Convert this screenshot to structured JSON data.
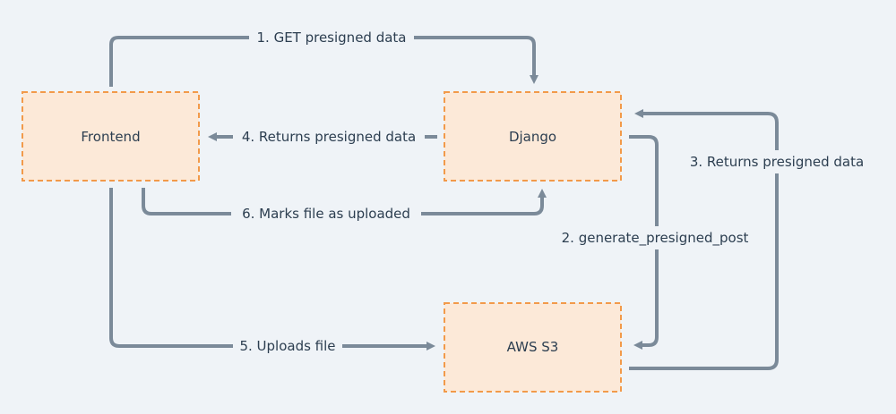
{
  "colors": {
    "background": "#eff3f7",
    "node_fill": "#fce9d8",
    "node_border": "#f29a4a",
    "edge": "#7b8a99",
    "text": "#2c3e50"
  },
  "nodes": {
    "frontend": {
      "label": "Frontend"
    },
    "django": {
      "label": "Django"
    },
    "s3": {
      "label": "AWS S3"
    }
  },
  "edges": {
    "step1": {
      "label": "1. GET presigned data"
    },
    "step2": {
      "label": "2. generate_presigned_post"
    },
    "step3": {
      "label": "3. Returns presigned data"
    },
    "step4": {
      "label": "4. Returns presigned data"
    },
    "step5": {
      "label": "5. Uploads file"
    },
    "step6": {
      "label": "6. Marks file as  uploaded"
    }
  }
}
